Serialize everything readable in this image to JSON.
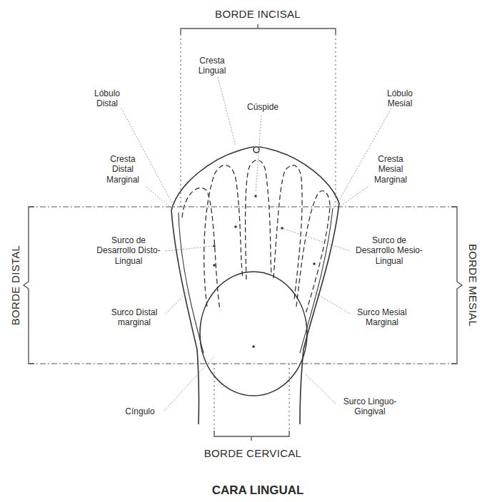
{
  "diagram": {
    "caption": "CARA LINGUAL",
    "labels": [
      "BORDE INCISAL",
      "Cresta Lingual",
      "Cúspide",
      "Lóbulo Distal",
      "Lóbulo Mesial",
      "Cresta Distal Marginal",
      "Cresta Mesial Marginal",
      "BORDE DISTAL",
      "BORDE MESIAL",
      "Surco de Desarrollo Disto-Lingual",
      "Surco de Desarrollo Mesio-Lingual",
      "Surco Distal marginal",
      "Surco Mesial Marginal",
      "Cíngulo",
      "Surco Linguo-Gingival",
      "BORDE CERVICAL"
    ]
  }
}
